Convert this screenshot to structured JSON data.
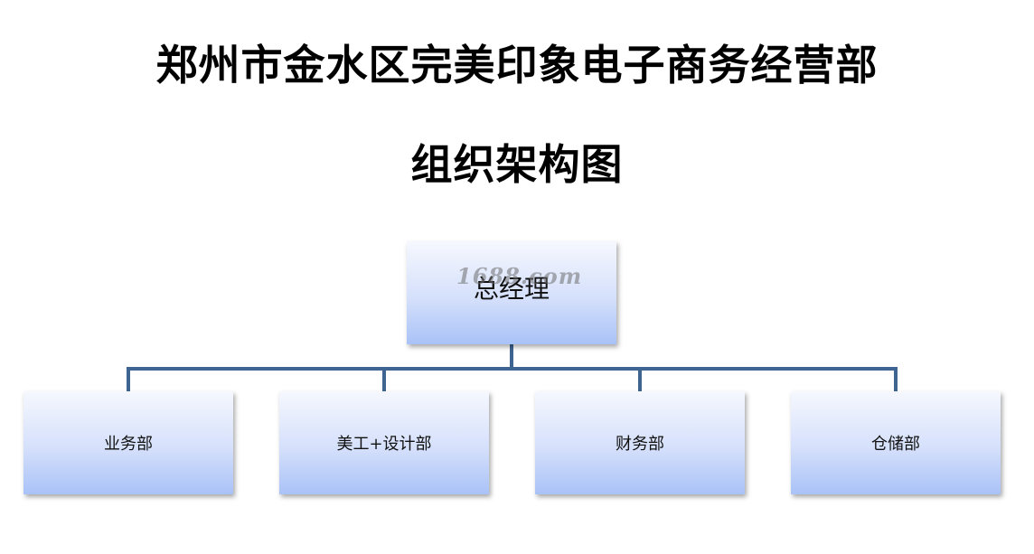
{
  "title": {
    "line1": "郑州市金水区完美印象电子商务经营部",
    "line2": "组织架构图"
  },
  "org": {
    "root": {
      "label": "总经理"
    },
    "children": [
      {
        "label": "业务部"
      },
      {
        "label": "美工+设计部"
      },
      {
        "label": "财务部"
      },
      {
        "label": "仓储部"
      }
    ]
  },
  "watermark": "1688.com",
  "colors": {
    "box_top": "#f6f8fe",
    "box_bottom": "#a9c2f7",
    "connector": "#3e6591"
  }
}
